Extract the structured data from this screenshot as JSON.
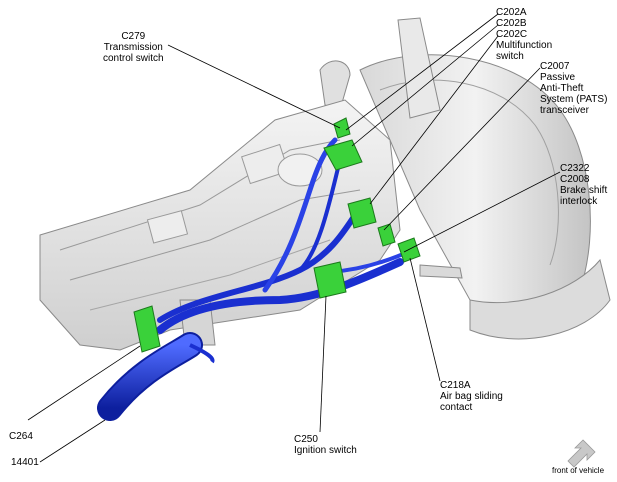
{
  "labels": {
    "c279": [
      "C279",
      "Transmission",
      "control switch"
    ],
    "c202": [
      "C202A",
      "C202B",
      "C202C",
      "Multifunction",
      "switch"
    ],
    "c2007": [
      "C2007",
      "Passive",
      "Anti-Theft",
      "System (PATS)",
      "transceiver"
    ],
    "c2322": [
      "C2322",
      "C2008",
      "Brake shift",
      "interlock"
    ],
    "c218a": [
      "C218A",
      "Air bag sliding",
      "contact"
    ],
    "c250": [
      "C250",
      "Ignition switch"
    ],
    "c264": [
      "C264"
    ],
    "p14401": [
      "14401"
    ]
  },
  "front_of_vehicle": "front of vehicle",
  "colors": {
    "harness": "#1a2fd0",
    "connector": "#3ad13a",
    "housing": "#e6e6e6",
    "outline": "#8a8a8a",
    "leader": "#000000"
  }
}
